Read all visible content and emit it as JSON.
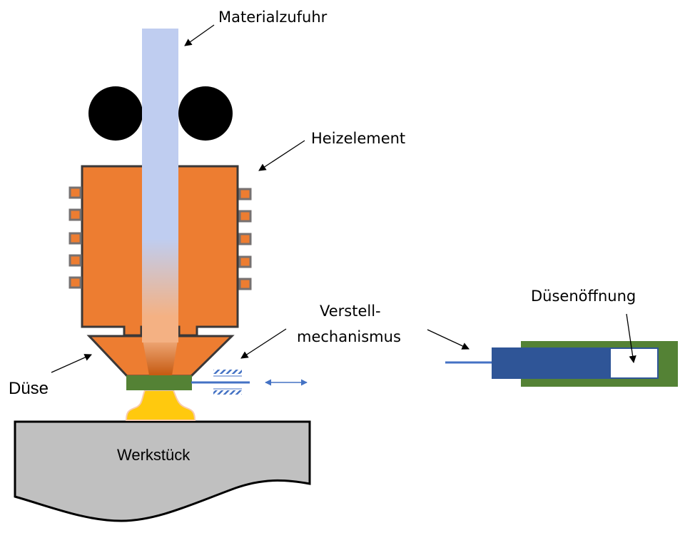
{
  "title": "Schematic of an extrusion nozzle with adjustable nozzle opening",
  "labels": {
    "material_feed": "Materialzufuhr",
    "heating_element": "Heizelement",
    "adjustment_line1": "Verstell-",
    "adjustment_line2": "mechanismus",
    "nozzle": "Düse",
    "nozzle_opening": "Düsenöffnung",
    "workpiece": "Werkstück"
  },
  "colors": {
    "filament": "#bfcdf0",
    "heater_body": "#ed7d31",
    "heater_outline": "#3b3838",
    "heater_pads_outline": "#767171",
    "melt_hot": "#c55a11",
    "nozzle_tip": "#548235",
    "extrudate": "#ffc90e",
    "extrudate_outline": "#f8cbad",
    "actuator_blue": "#4472c4",
    "slider_dark_blue": "#2f5597",
    "workpiece": "#c0c0c0",
    "feed_rollers": "#000000"
  }
}
